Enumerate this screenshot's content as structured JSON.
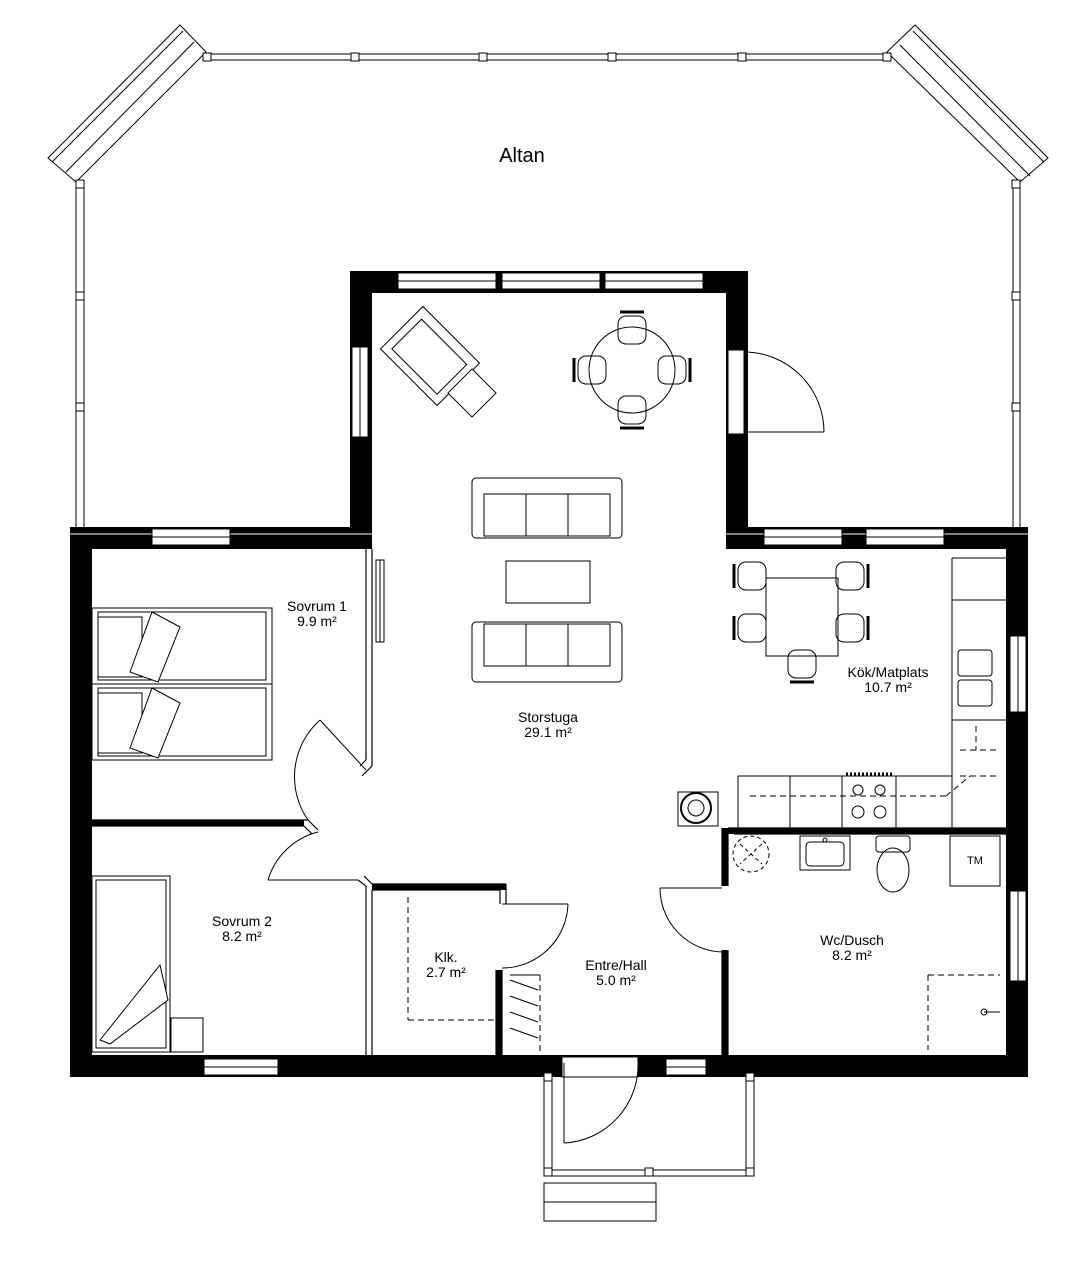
{
  "rooms": {
    "altan": {
      "name": "Altan"
    },
    "sovrum1": {
      "name": "Sovrum 1",
      "area": "9.9 m²"
    },
    "storstuga": {
      "name": "Storstuga",
      "area": "29.1 m²"
    },
    "kok": {
      "name": "Kök/Matplats",
      "area": "10.7 m²"
    },
    "sovrum2": {
      "name": "Sovrum 2",
      "area": "8.2 m²"
    },
    "klk": {
      "name": "Klk.",
      "area": "2.7 m²"
    },
    "entre": {
      "name": "Entre/Hall",
      "area": "5.0 m²"
    },
    "wc": {
      "name": "Wc/Dusch",
      "area": "8.2 m²"
    }
  },
  "fixtures": {
    "tumble_dryer": "TM"
  },
  "colors": {
    "wall": "#000000",
    "line": "#000000",
    "background": "#ffffff"
  }
}
